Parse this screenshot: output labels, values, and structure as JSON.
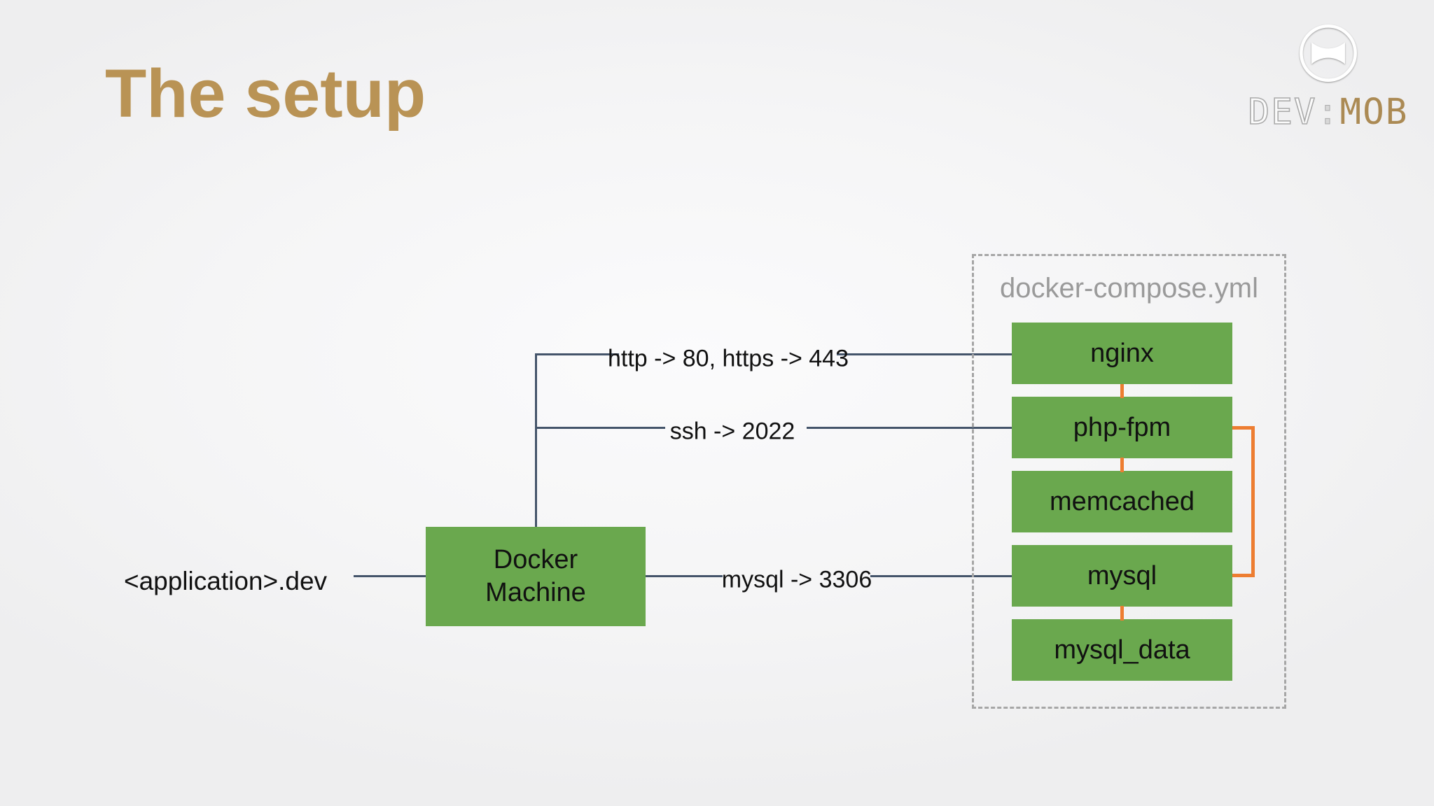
{
  "header": {
    "title": "The setup"
  },
  "logo": {
    "dev": "DEV",
    "colon": ":",
    "mob": "MOB",
    "icon": "bowtie-icon"
  },
  "diagram": {
    "client": "<application>.dev",
    "machine_line1": "Docker",
    "machine_line2": "Machine",
    "connections": [
      {
        "label": "http -> 80, https -> 443",
        "target": "nginx"
      },
      {
        "label": "ssh -> 2022",
        "target": "php-fpm"
      },
      {
        "label": "mysql -> 3306",
        "target": "mysql"
      }
    ],
    "compose": {
      "title": "docker-compose.yml",
      "services": [
        "nginx",
        "php-fpm",
        "memcached",
        "mysql",
        "mysql_data"
      ]
    }
  },
  "colors": {
    "title_gold": "#b99355",
    "logo_gold": "#ab8a54",
    "box_green": "#6aa84e",
    "line_navy": "#44546a",
    "connector_orange": "#ed7d31",
    "dashed_border_gray": "#a6a6a6",
    "compose_label_gray": "#9a9a9a"
  }
}
